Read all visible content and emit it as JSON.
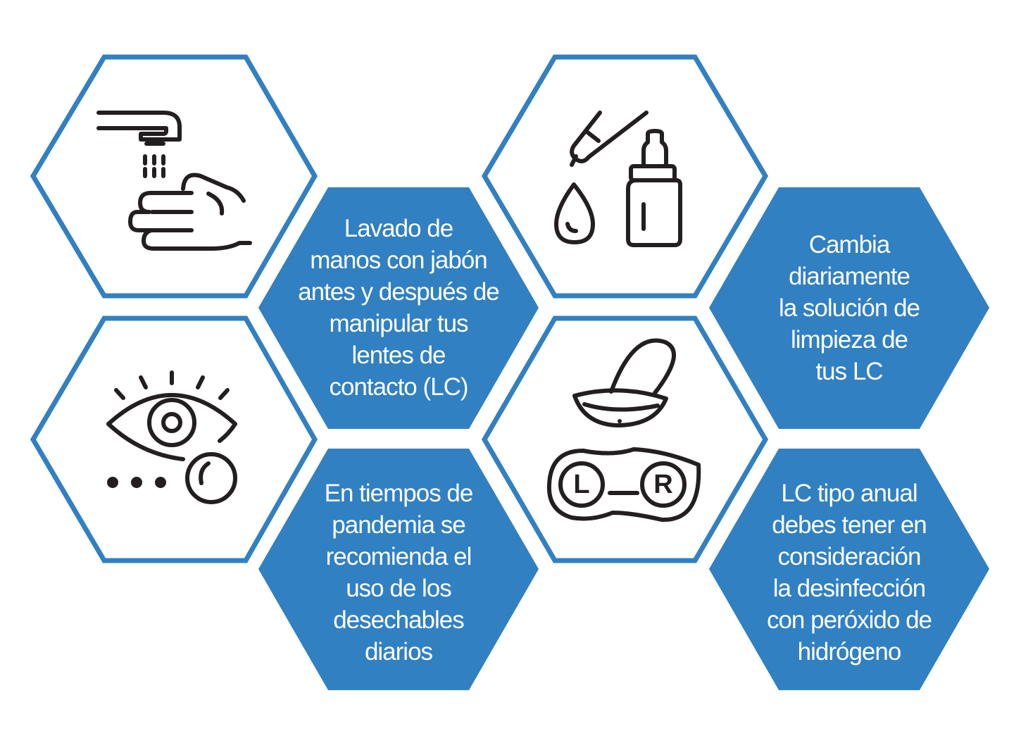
{
  "accent_color": "#3180c2",
  "icon_color": "#231f20",
  "icon_cells": [
    {
      "icon": "hand-washing-icon"
    },
    {
      "icon": "eye-drops-icon"
    },
    {
      "icon": "eye-lens-icon"
    },
    {
      "icon": "lens-case-icon"
    }
  ],
  "lens_case_labels": {
    "left": "L",
    "right": "R"
  },
  "text_cells": {
    "hand_washing": {
      "lines": [
        "Lavado de",
        "manos con jabón",
        "antes y después de",
        "manipular tus",
        "lentes de",
        "contacto (LC)"
      ]
    },
    "solution": {
      "lines": [
        "Cambia",
        "diariamente",
        "la solución de",
        "limpieza de",
        "tus LC"
      ]
    },
    "pandemic": {
      "lines": [
        "En tiempos de",
        "pandemia se",
        "recomienda el",
        "uso de los",
        "desechables",
        "diarios"
      ]
    },
    "annual": {
      "lines": [
        "LC tipo anual",
        "debes tener en",
        "consideración",
        "la desinfección",
        "con peróxido de",
        "hidrógeno"
      ]
    }
  }
}
